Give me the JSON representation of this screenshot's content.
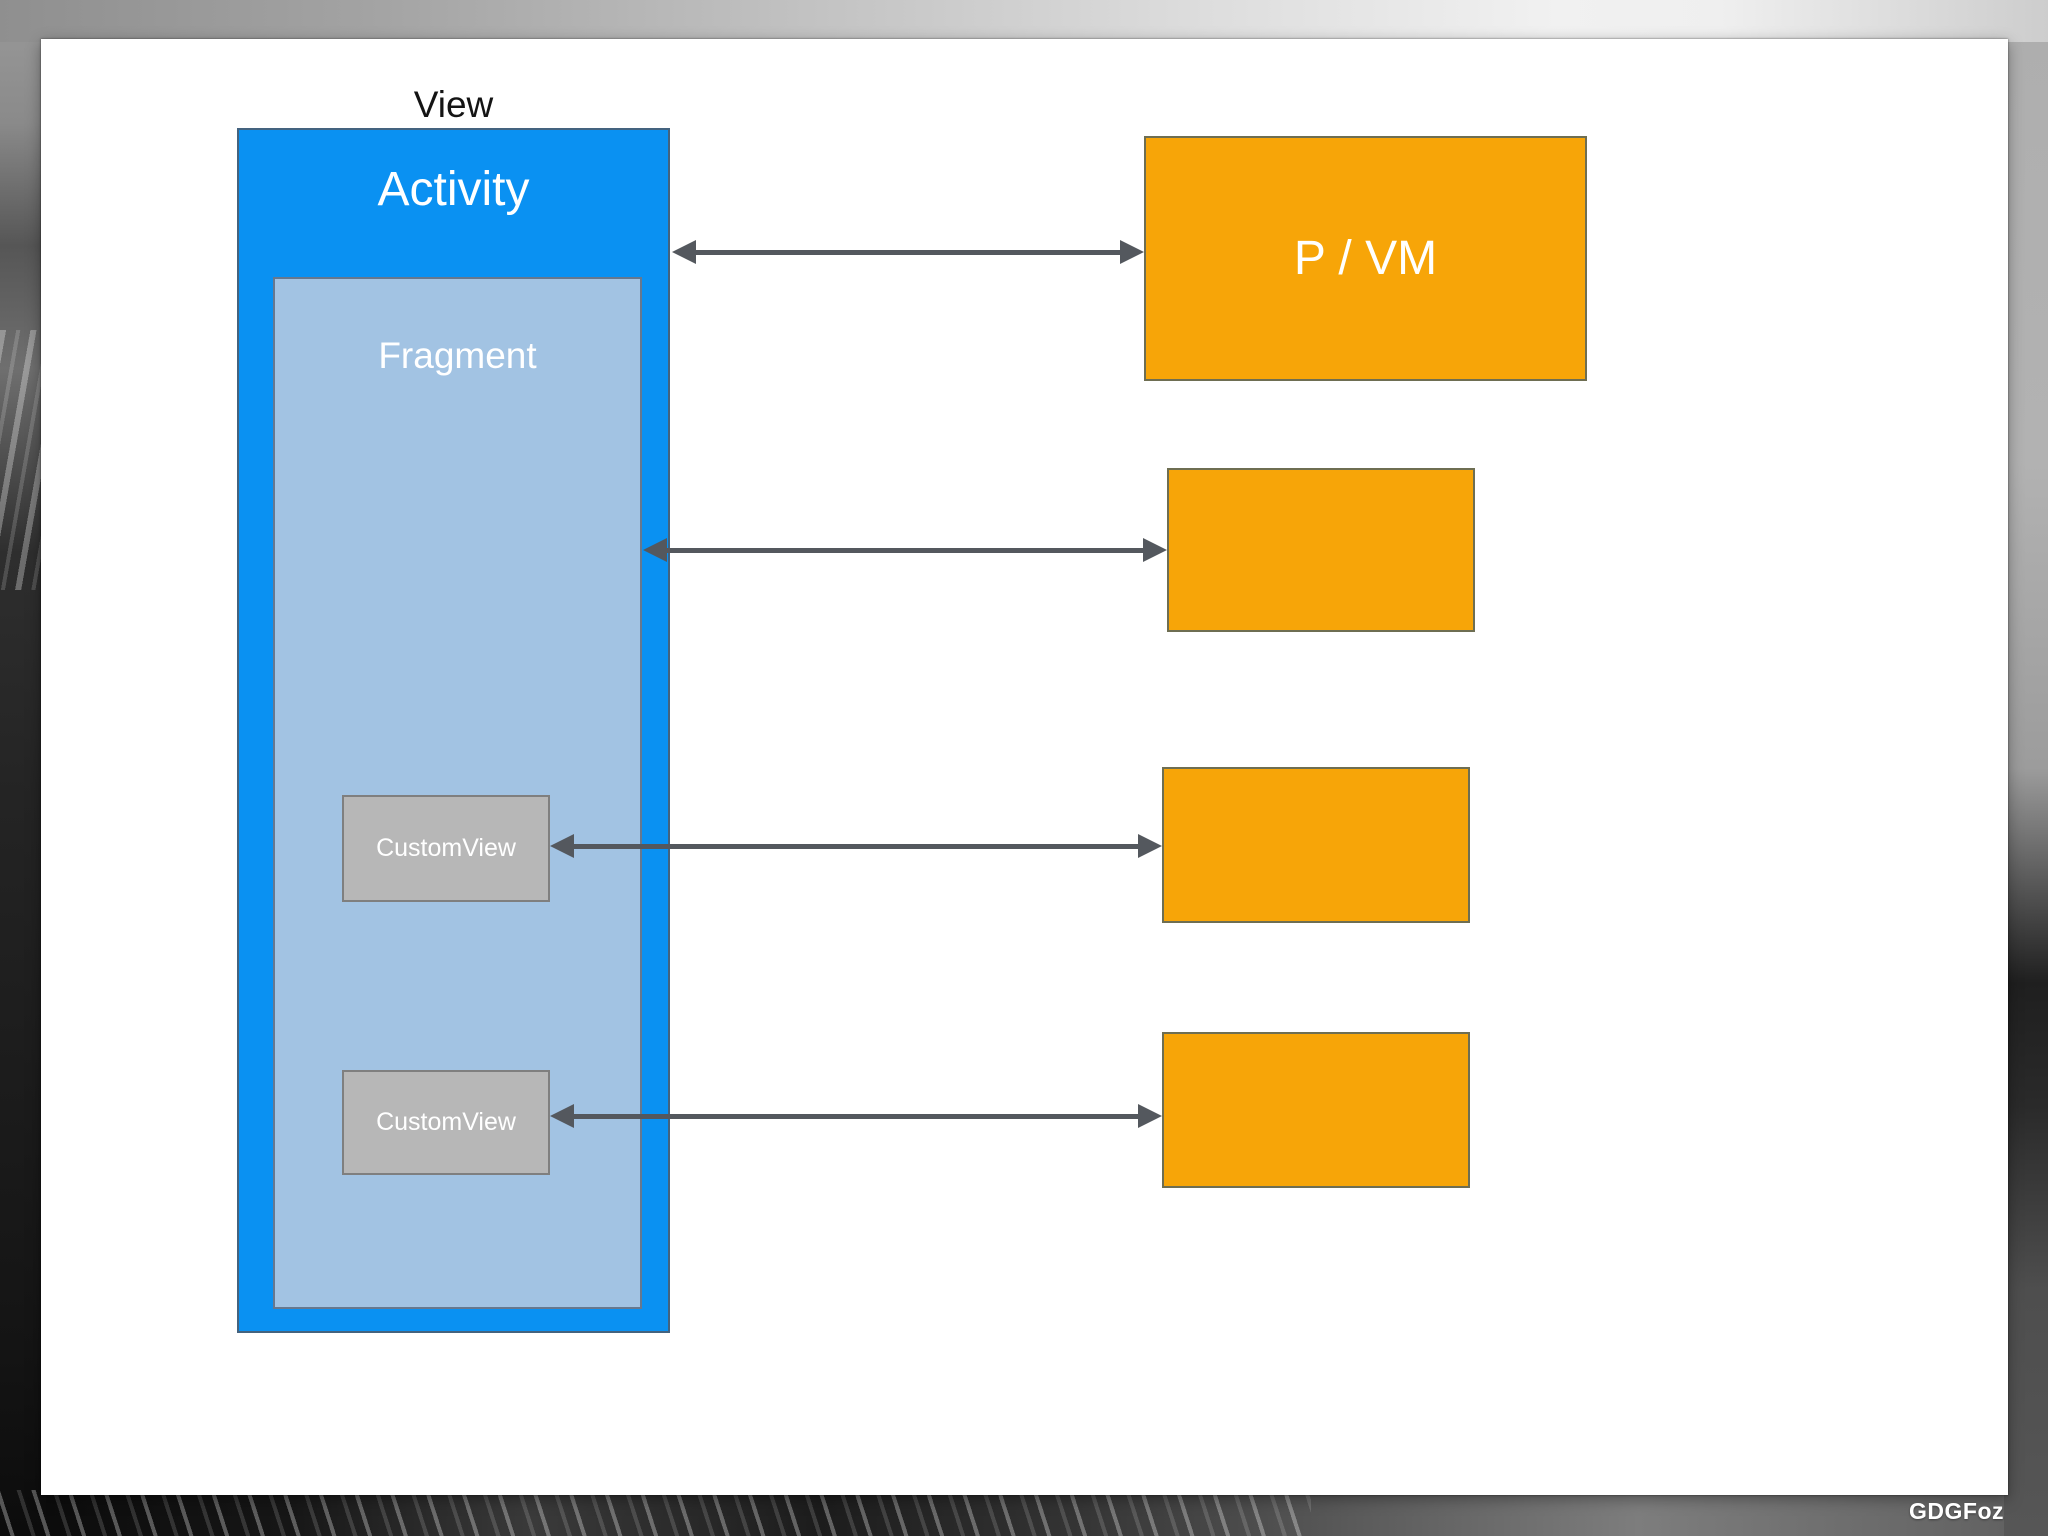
{
  "slide": {
    "view_label": "View",
    "activity": {
      "label": "Activity"
    },
    "fragment": {
      "label": "Fragment"
    },
    "custom_views": [
      {
        "label": "CustomView"
      },
      {
        "label": "CustomView"
      }
    ],
    "right_boxes": [
      {
        "label": "P / VM"
      },
      {
        "label": ""
      },
      {
        "label": ""
      },
      {
        "label": ""
      }
    ],
    "connections": [
      {
        "from": "Activity",
        "to": "P / VM",
        "bidirectional": true
      },
      {
        "from": "Fragment",
        "to": "right-box-2",
        "bidirectional": true
      },
      {
        "from": "CustomView (top)",
        "to": "right-box-3",
        "bidirectional": true
      },
      {
        "from": "CustomView (bottom)",
        "to": "right-box-4",
        "bidirectional": true
      }
    ],
    "watermark": "GDGFoz"
  },
  "colors": {
    "activity_blue": "#0a91f2",
    "fragment_blue": "#a2c3e3",
    "box_orange": "#f7a508",
    "customview_gray": "#b7b7b7",
    "arrow_gray": "#54585e",
    "slide_white": "#ffffff"
  }
}
